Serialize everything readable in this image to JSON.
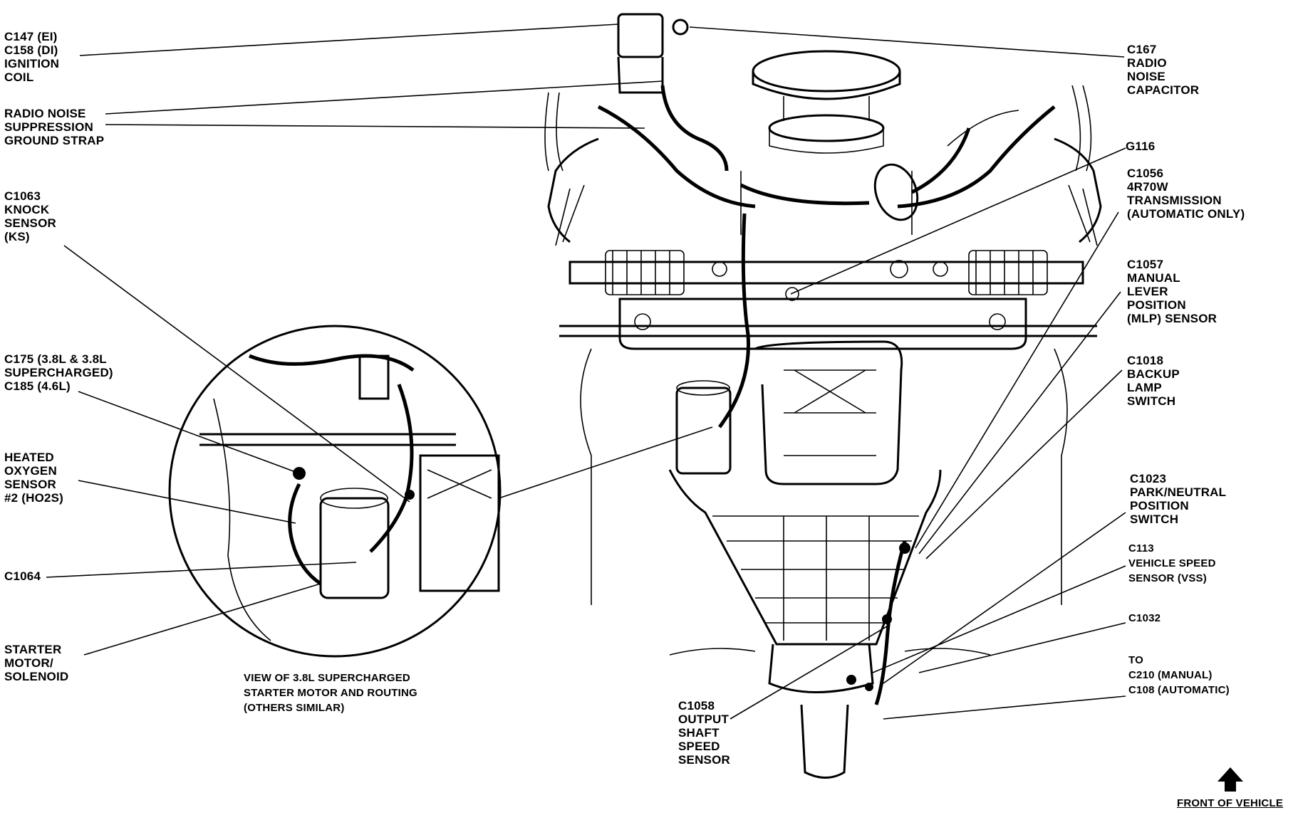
{
  "labels": {
    "ignition_coil": "C147 (EI)\nC158 (DI)\nIGNITION\nCOIL",
    "ground_strap": "RADIO NOISE\nSUPPRESSION\nGROUND STRAP",
    "knock_sensor": "C1063\nKNOCK\nSENSOR\n(KS)",
    "c175_c185": "C175 (3.8L & 3.8L\nSUPERCHARGED)\nC185 (4.6L)",
    "ho2s": "HEATED\nOXYGEN\nSENSOR\n#2 (HO2S)",
    "c1064": "C1064",
    "starter": "STARTER\nMOTOR/\nSOLENOID",
    "view_caption": "VIEW OF 3.8L SUPERCHARGED\nSTARTER MOTOR AND ROUTING\n(OTHERS SIMILAR)",
    "radio_capacitor": "C167\nRADIO\nNOISE\nCAPACITOR",
    "g116": "G116",
    "transmission": "C1056\n4R70W\nTRANSMISSION\n(AUTOMATIC ONLY)",
    "mlp_sensor": "C1057\nMANUAL\nLEVER\nPOSITION\n(MLP) SENSOR",
    "backup_lamp": "C1018\nBACKUP\nLAMP\nSWITCH",
    "park_neutral": "C1023\nPARK/NEUTRAL\nPOSITION\nSWITCH",
    "vss": "C113\nVEHICLE SPEED\nSENSOR (VSS)",
    "c1032": "C1032",
    "to_connectors": "TO\nC210 (MANUAL)\nC108 (AUTOMATIC)",
    "output_shaft": "C1058\nOUTPUT\nSHAFT\nSPEED\nSENSOR",
    "front_of_vehicle": "FRONT OF VEHICLE"
  },
  "icons": {
    "front_arrow": "up-arrow-icon"
  }
}
